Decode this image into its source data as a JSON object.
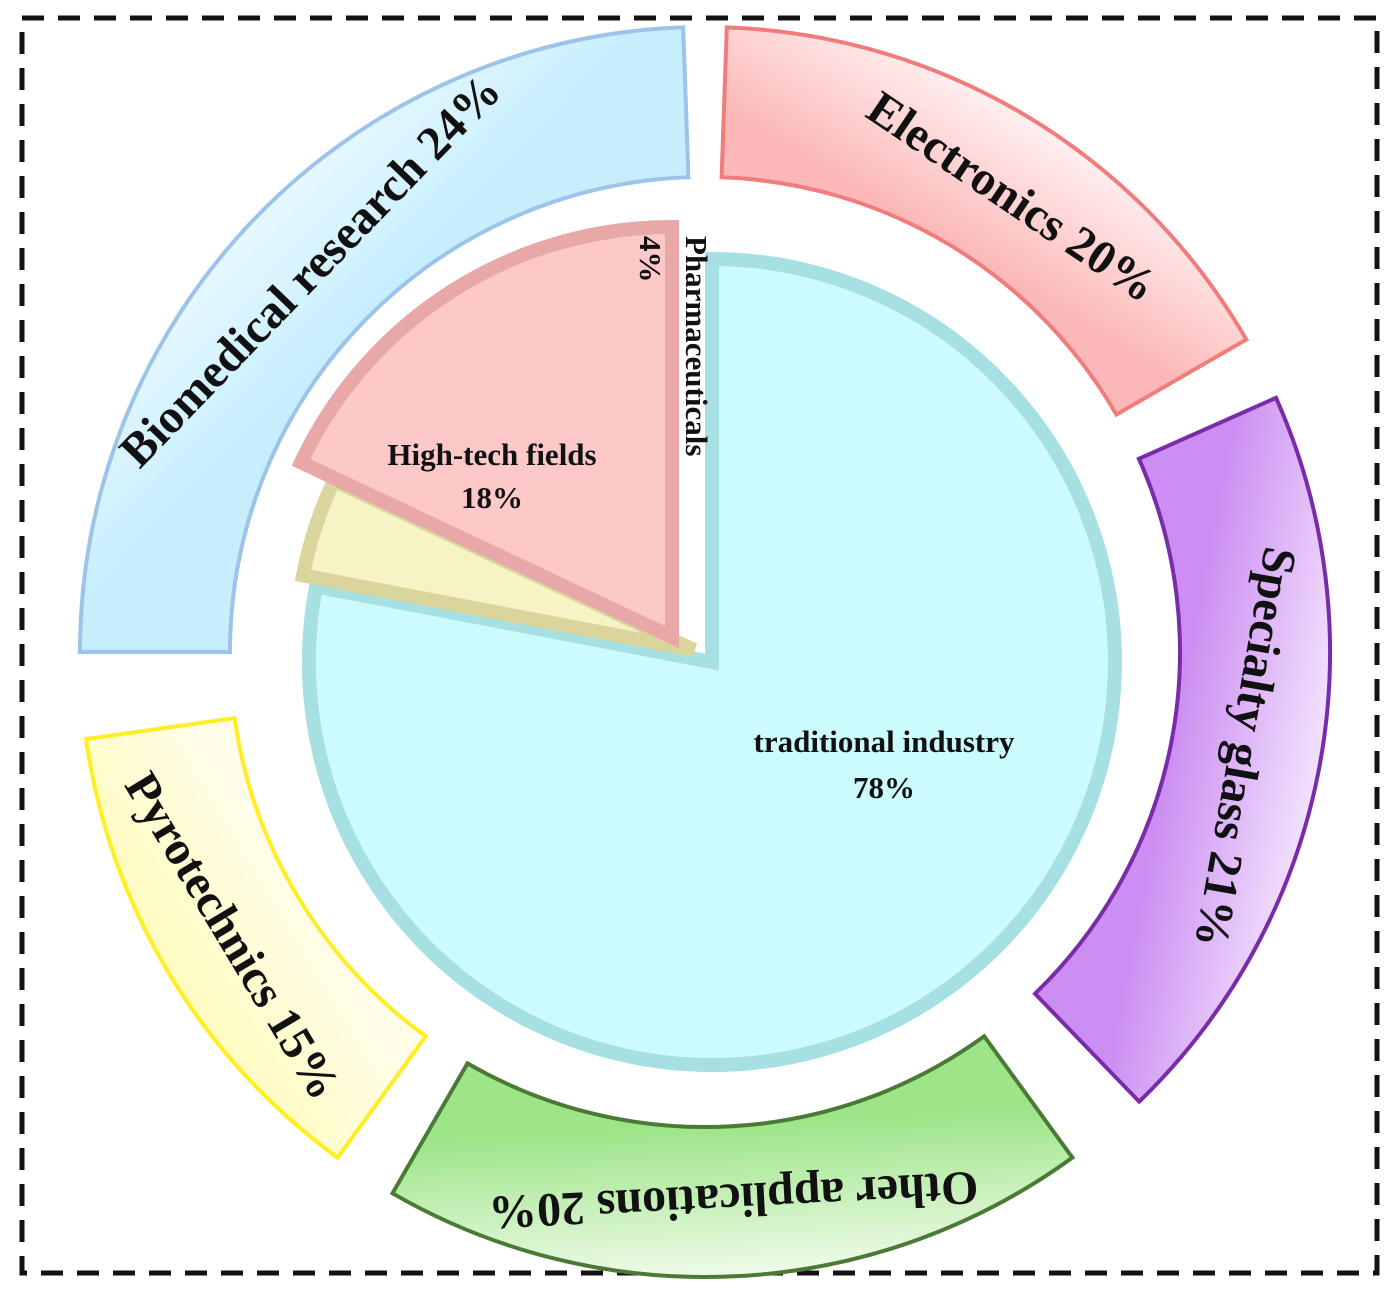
{
  "chart_data": {
    "type": "pie",
    "inner": {
      "slices": [
        {
          "label": "traditional industry",
          "value": 78,
          "value_label": "78%",
          "fill": "#ccfbfd",
          "stroke": "#a6e0e2"
        },
        {
          "label": "Pharmaceuticals",
          "value": 4,
          "value_label": "4%",
          "fill": "#f6f4c4",
          "stroke": "#d9d59c"
        },
        {
          "label": "High-tech fields",
          "value": 18,
          "value_label": "18%",
          "fill": "#fcc8c8",
          "stroke": "#e8a8a8"
        }
      ]
    },
    "outer": {
      "segments": [
        {
          "label": "Electronics",
          "value_label": "20%",
          "share": 20,
          "fill_light": "#fff0f0",
          "fill_dark": "#fcb8b8",
          "stroke": "#f07c7c"
        },
        {
          "label": "Specialty glass",
          "value_label": "21%",
          "share": 21,
          "fill_light": "#f2e2fd",
          "fill_dark": "#cc8ef2",
          "stroke": "#7a2ca8"
        },
        {
          "label": "Other applications",
          "value_label": "20%",
          "share": 20,
          "fill_light": "#f0fbea",
          "fill_dark": "#9ee58a",
          "stroke": "#4a7a34"
        },
        {
          "label": "Pyrotechnics",
          "value_label": "15%",
          "share": 15,
          "fill_light": "#fffbc0",
          "fill_dark": "#fffde8",
          "stroke": "#ffee22"
        },
        {
          "label": "Biomedical research",
          "value_label": "24%",
          "share": 24,
          "fill_light": "#e6f8ff",
          "fill_dark": "#c6eefd",
          "stroke": "#9cc4ea"
        }
      ]
    },
    "border": {
      "style": "dashed",
      "color": "#111111"
    }
  }
}
